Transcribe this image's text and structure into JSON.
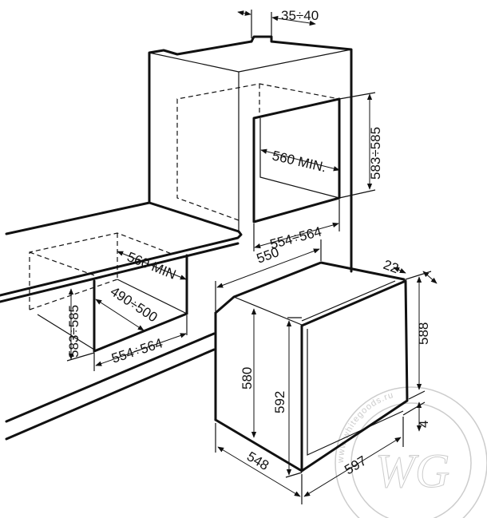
{
  "title": "Built-in oven installation dimensions",
  "upper_niche": {
    "top_gap": "35÷40",
    "height": "583÷585",
    "depth": "560 MIN.",
    "width": "554÷564"
  },
  "lower_niche": {
    "height": "583÷585",
    "depth": "560 MIN",
    "inner_depth": "490÷500",
    "width": "554÷564"
  },
  "oven": {
    "depth": "550",
    "door_thickness": "22",
    "front_height": "588",
    "body_height": "580",
    "total_height": "592",
    "bottom_gap": "4",
    "side_depth": "548",
    "width": "597"
  },
  "watermark": {
    "text": "www.whitegoods.ru",
    "logo": "WG"
  }
}
